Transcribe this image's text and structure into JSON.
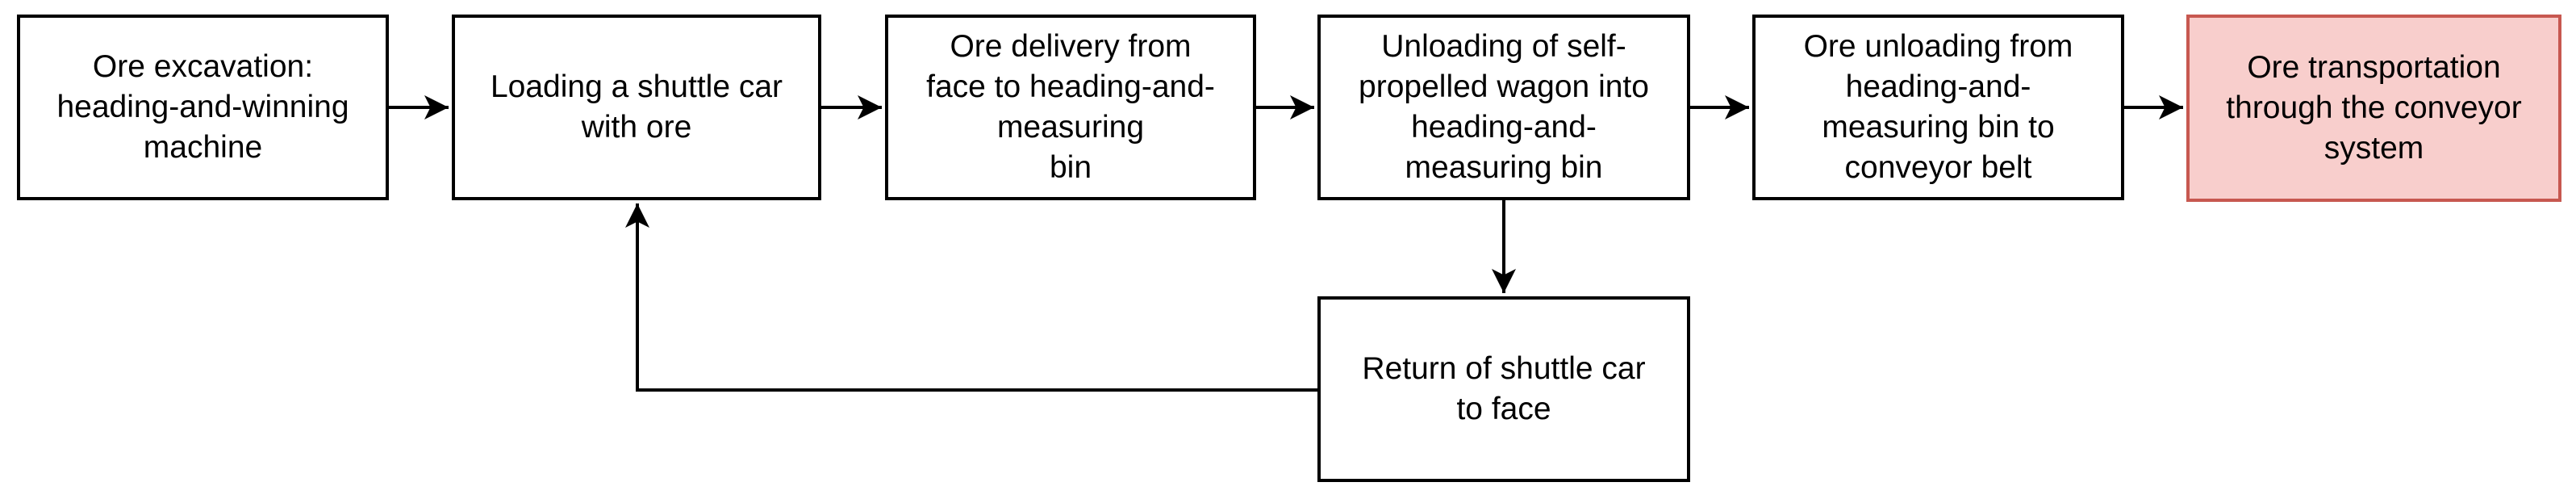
{
  "diagram": {
    "type": "flowchart",
    "direction": "left-to-right",
    "colors": {
      "node_fill": "#FFFFFF",
      "node_border": "#000000",
      "connector": "#000000",
      "highlight_fill": "#F8CECC",
      "highlight_border": "#C75850",
      "text": "#000000",
      "background": "#FFFFFF"
    },
    "nodes": [
      {
        "id": "ore-excavation",
        "label": "Ore excavation:\nheading-and-winning\nmachine",
        "highlighted": false
      },
      {
        "id": "loading-shuttle-car",
        "label": "Loading a shuttle car\nwith ore",
        "highlighted": false
      },
      {
        "id": "ore-delivery-to-bin",
        "label": "Ore delivery from\nface to heading-and-\nmeasuring\nbin",
        "highlighted": false
      },
      {
        "id": "wagon-unloading-to-bin",
        "label": "Unloading of self-\npropelled wagon into\nheading-and-\nmeasuring bin",
        "highlighted": false
      },
      {
        "id": "bin-to-conveyor-unloading",
        "label": "Ore unloading from\nheading-and-\nmeasuring bin to\nconveyor belt",
        "highlighted": false
      },
      {
        "id": "conveyor-transportation",
        "label": "Ore transportation\nthrough the conveyor\nsystem",
        "highlighted": true
      },
      {
        "id": "shuttle-car-return",
        "label": "Return of shuttle car\nto face",
        "highlighted": false
      }
    ],
    "edges": [
      {
        "from": "ore-excavation",
        "to": "loading-shuttle-car"
      },
      {
        "from": "loading-shuttle-car",
        "to": "ore-delivery-to-bin"
      },
      {
        "from": "ore-delivery-to-bin",
        "to": "wagon-unloading-to-bin"
      },
      {
        "from": "wagon-unloading-to-bin",
        "to": "bin-to-conveyor-unloading"
      },
      {
        "from": "bin-to-conveyor-unloading",
        "to": "conveyor-transportation"
      },
      {
        "from": "wagon-unloading-to-bin",
        "to": "shuttle-car-return"
      },
      {
        "from": "shuttle-car-return",
        "to": "loading-shuttle-car"
      }
    ]
  }
}
